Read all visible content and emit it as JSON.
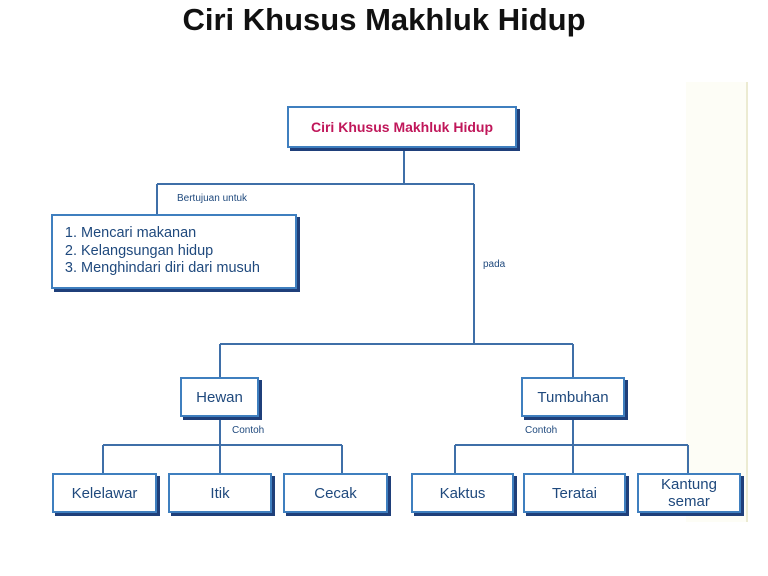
{
  "title": "Ciri Khusus Makhluk Hidup",
  "root_box": "Ciri Khusus Makhluk Hidup",
  "labels": {
    "purpose": "Bertujuan untuk",
    "pada": "pada",
    "contoh_hewan": "Contoh",
    "contoh_tumbuhan": "Contoh"
  },
  "purposes": [
    "Mencari makanan",
    "Kelangsungan hidup",
    "Menghindari diri dari musuh"
  ],
  "categories": {
    "hewan": {
      "label": "Hewan",
      "examples": [
        "Kelelawar",
        "Itik",
        "Cecak"
      ]
    },
    "tumbuhan": {
      "label": "Tumbuhan",
      "examples": [
        "Kaktus",
        "Teratai",
        "Kantung semar"
      ]
    }
  },
  "colors": {
    "title": "#111111",
    "box_border": "#3f7fbf",
    "box_shadow": "#1f3f7a",
    "box_text": "#1f497d",
    "root_text": "#c0175a",
    "connector": "#3f6fa8"
  }
}
